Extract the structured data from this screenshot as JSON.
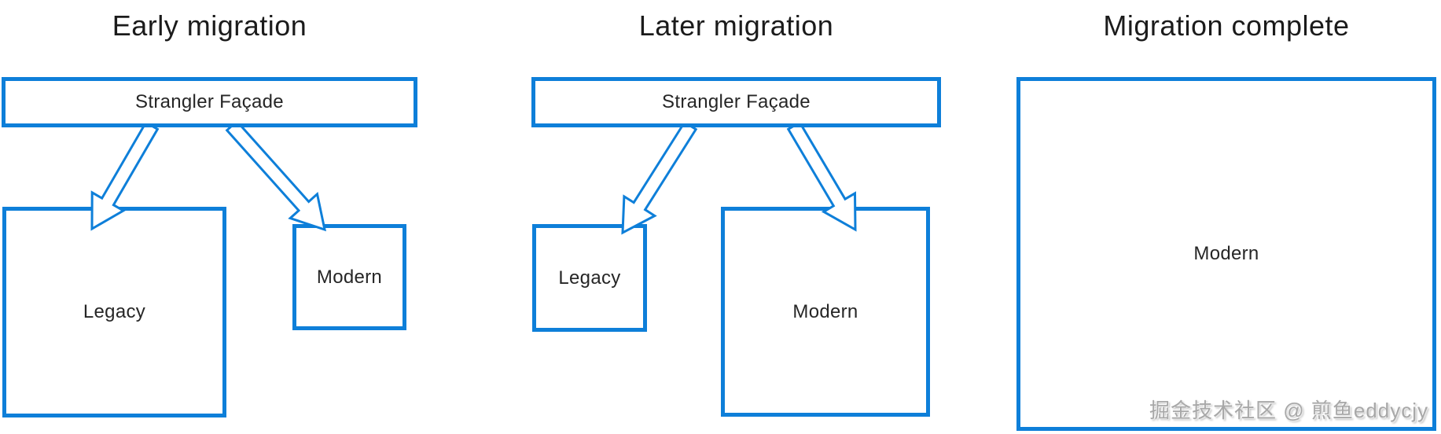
{
  "diagram": "Strangler Fig migration pattern",
  "panels": [
    {
      "title": "Early migration",
      "facade_label": "Strangler Façade",
      "boxes": [
        {
          "label": "Legacy"
        },
        {
          "label": "Modern"
        }
      ]
    },
    {
      "title": "Later migration",
      "facade_label": "Strangler Façade",
      "boxes": [
        {
          "label": "Legacy"
        },
        {
          "label": "Modern"
        }
      ]
    },
    {
      "title": "Migration complete",
      "boxes": [
        {
          "label": "Modern"
        }
      ]
    }
  ],
  "watermark": "掘金技术社区 @ 煎鱼eddycjy",
  "colors": {
    "accent": "#0e7fd9",
    "title_text": "#1b1b1b",
    "label_text": "#262626",
    "watermark_text": "#a8a8a8"
  }
}
